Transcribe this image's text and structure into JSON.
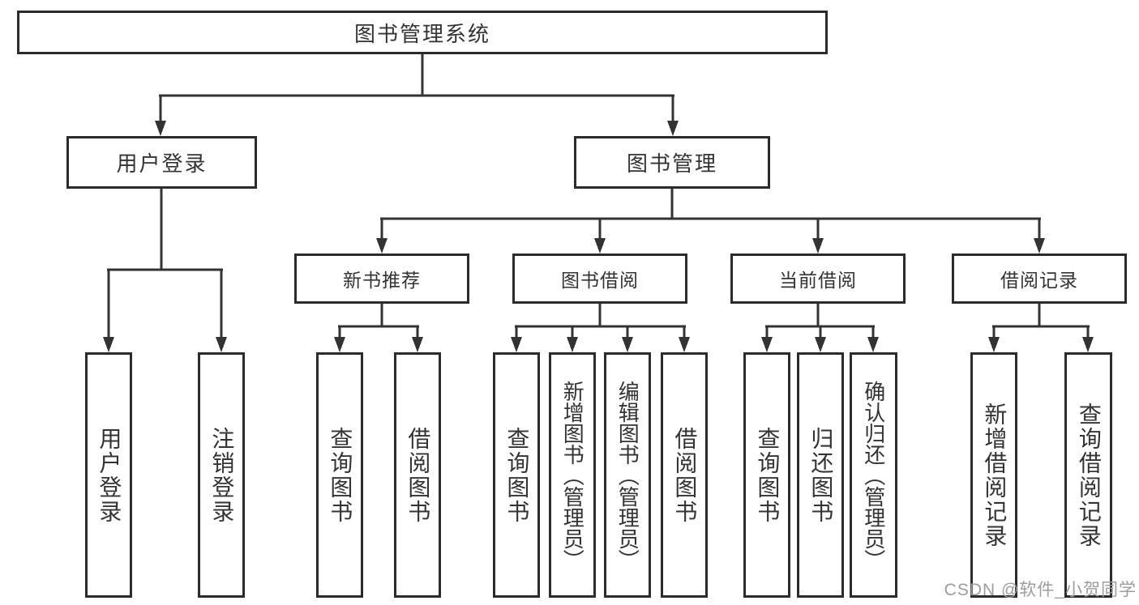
{
  "diagram": {
    "root": {
      "label": "图书管理系统"
    },
    "branches": [
      {
        "label": "用户登录",
        "children": [
          {
            "label": "用户登录"
          },
          {
            "label": "注销登录"
          }
        ]
      },
      {
        "label": "图书管理",
        "children": [
          {
            "label": "新书推荐",
            "children": [
              {
                "label": "查询图书"
              },
              {
                "label": "借阅图书"
              }
            ]
          },
          {
            "label": "图书借阅",
            "children": [
              {
                "label": "查询图书"
              },
              {
                "label": "新增图书（管理员）"
              },
              {
                "label": "编辑图书（管理员）"
              },
              {
                "label": "借阅图书"
              }
            ]
          },
          {
            "label": "当前借阅",
            "children": [
              {
                "label": "查询图书"
              },
              {
                "label": "归还图书"
              },
              {
                "label": "确认归还（管理员）"
              }
            ]
          },
          {
            "label": "借阅记录",
            "children": [
              {
                "label": "新增借阅记录"
              },
              {
                "label": "查询借阅记录"
              }
            ]
          }
        ]
      }
    ]
  },
  "watermark": {
    "text": "CSDN @软件_小贺同学"
  },
  "colors": {
    "line": "#333333",
    "border": "#2b2b2b",
    "text": "#333333",
    "watermark": "#9d9d9d"
  }
}
